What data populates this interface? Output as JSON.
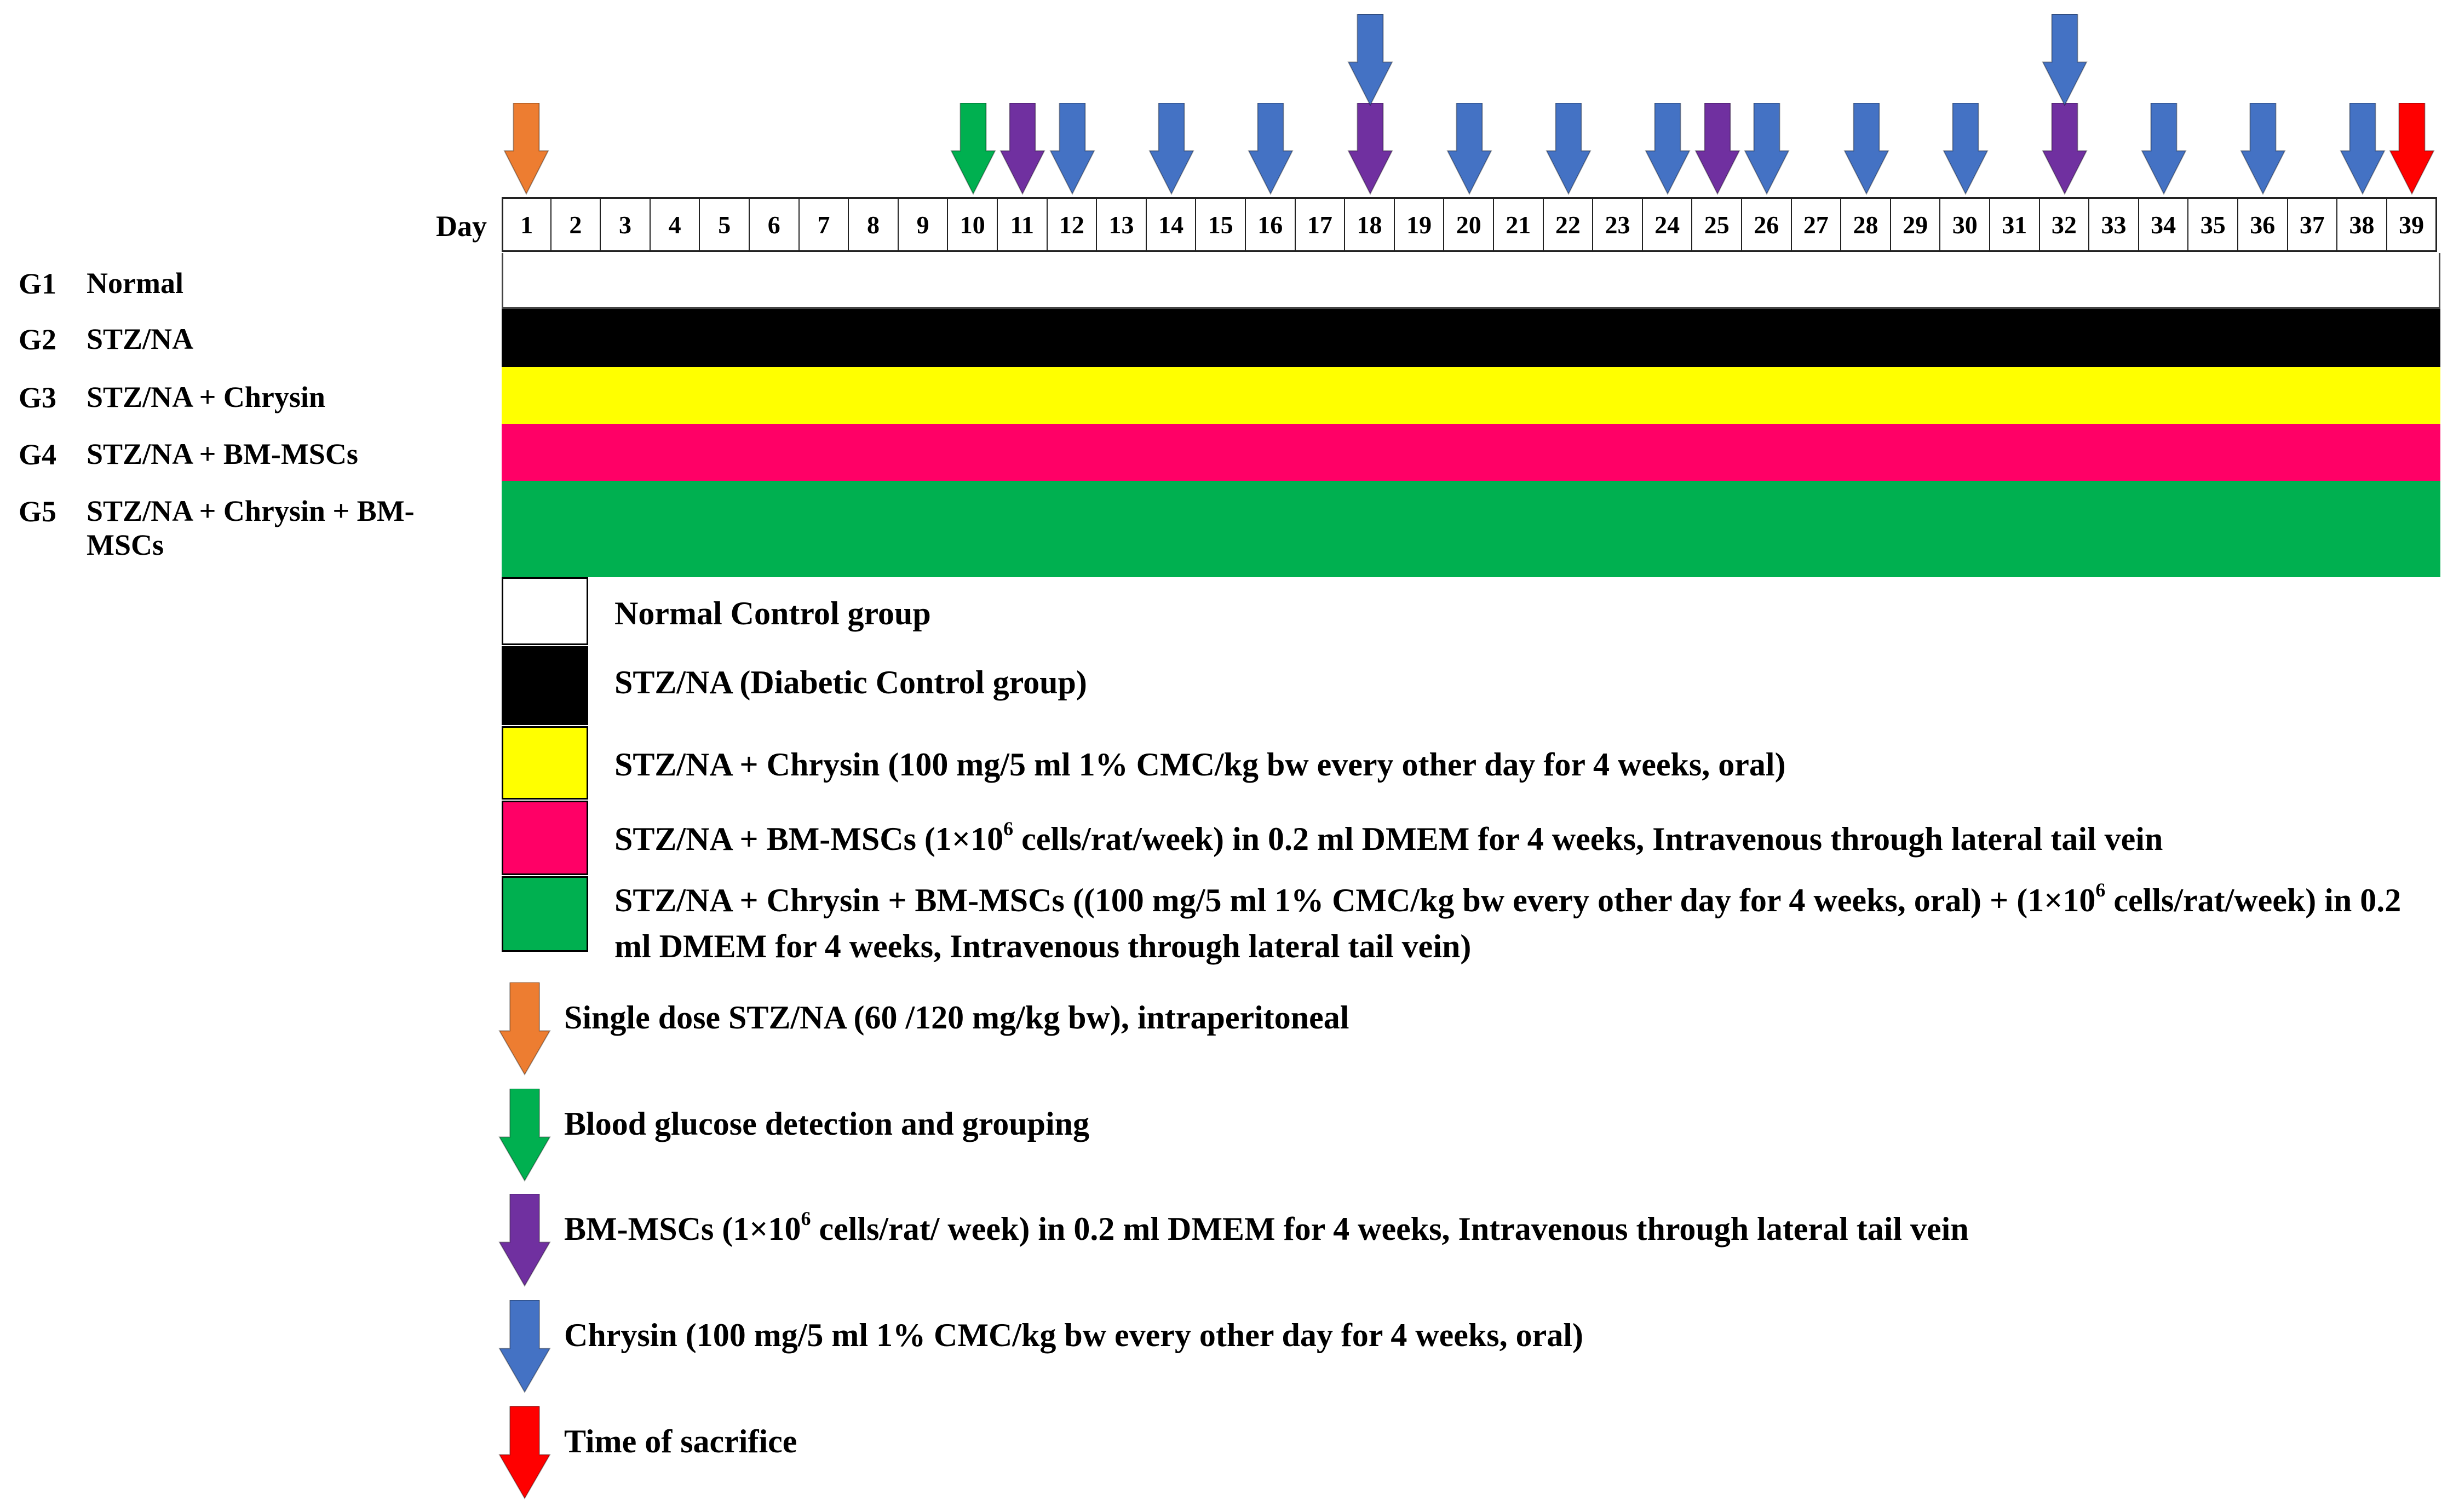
{
  "timeline": {
    "day_label": "Day",
    "days": [
      "1",
      "2",
      "3",
      "4",
      "5",
      "6",
      "7",
      "8",
      "9",
      "10",
      "11",
      "12",
      "13",
      "14",
      "15",
      "16",
      "17",
      "18",
      "19",
      "20",
      "21",
      "22",
      "23",
      "24",
      "25",
      "26",
      "27",
      "28",
      "29",
      "30",
      "31",
      "32",
      "33",
      "34",
      "35",
      "36",
      "37",
      "38",
      "39"
    ]
  },
  "groups": [
    {
      "id": "G1",
      "name": "Normal",
      "color": "#ffffff"
    },
    {
      "id": "G2",
      "name": "STZ/NA",
      "color": "#000000"
    },
    {
      "id": "G3",
      "name": "STZ/NA + Chrysin",
      "color": "#ffff00"
    },
    {
      "id": "G4",
      "name": "STZ/NA + BM-MSCs",
      "color": "#ff0066"
    },
    {
      "id": "G5",
      "name": "STZ/NA + Chrysin + BM-MSCs",
      "color": "#00b050"
    }
  ],
  "group_legend": [
    {
      "color": "#ffffff",
      "text_before": "Normal Control group",
      "sup": "",
      "text_after": ""
    },
    {
      "color": "#000000",
      "text_before": "STZ/NA (Diabetic Control group)",
      "sup": "",
      "text_after": ""
    },
    {
      "color": "#ffff00",
      "text_before": "STZ/NA + Chrysin (100 mg/5 ml 1% CMC/kg bw every other day for 4 weeks, oral)",
      "sup": "",
      "text_after": ""
    },
    {
      "color": "#ff0066",
      "text_before": "STZ/NA + BM-MSCs (1×10",
      "sup": "6",
      "text_after": " cells/rat/week) in 0.2 ml DMEM for 4 weeks, Intravenous through lateral tail vein"
    },
    {
      "color": "#00b050",
      "text_before": "STZ/NA + Chrysin + BM-MSCs ((100 mg/5 ml 1% CMC/kg bw every other day for 4 weeks, oral) + (1×10",
      "sup": "6",
      "text_after": " cells/rat/week) in 0.2 ml DMEM for 4 weeks, Intravenous through lateral tail vein)"
    }
  ],
  "arrow_legend": [
    {
      "color": "#ed7d31",
      "event": "stz",
      "text_before": "Single dose STZ/NA (60 /120 mg/kg bw), intraperitoneal",
      "sup": "",
      "text_after": ""
    },
    {
      "color": "#00b050",
      "event": "glucose",
      "text_before": "Blood glucose detection and grouping",
      "sup": "",
      "text_after": ""
    },
    {
      "color": "#7030a0",
      "event": "bmmsc",
      "text_before": "BM-MSCs (1×10",
      "sup": "6",
      "text_after": " cells/rat/ week) in 0.2 ml DMEM for 4 weeks, Intravenous through lateral tail vein"
    },
    {
      "color": "#4472c4",
      "event": "chrysin",
      "text_before": "Chrysin (100 mg/5 ml 1% CMC/kg bw every other day for 4 weeks, oral)",
      "sup": "",
      "text_after": ""
    },
    {
      "color": "#ff0000",
      "event": "sacrifice",
      "text_before": "Time of sacrifice",
      "sup": "",
      "text_after": ""
    }
  ],
  "events": [
    {
      "day": 1,
      "type": "stz",
      "color": "#ed7d31",
      "stack": 0
    },
    {
      "day": 10,
      "type": "glucose",
      "color": "#00b050",
      "stack": 0
    },
    {
      "day": 11,
      "type": "bmmsc",
      "color": "#7030a0",
      "stack": 0
    },
    {
      "day": 12,
      "type": "chrysin",
      "color": "#4472c4",
      "stack": 0
    },
    {
      "day": 14,
      "type": "chrysin",
      "color": "#4472c4",
      "stack": 0
    },
    {
      "day": 16,
      "type": "chrysin",
      "color": "#4472c4",
      "stack": 0
    },
    {
      "day": 18,
      "type": "bmmsc",
      "color": "#7030a0",
      "stack": 0
    },
    {
      "day": 18,
      "type": "chrysin",
      "color": "#4472c4",
      "stack": 1
    },
    {
      "day": 20,
      "type": "chrysin",
      "color": "#4472c4",
      "stack": 0
    },
    {
      "day": 22,
      "type": "chrysin",
      "color": "#4472c4",
      "stack": 0
    },
    {
      "day": 24,
      "type": "chrysin",
      "color": "#4472c4",
      "stack": 0
    },
    {
      "day": 25,
      "type": "bmmsc",
      "color": "#7030a0",
      "stack": 0
    },
    {
      "day": 26,
      "type": "chrysin",
      "color": "#4472c4",
      "stack": 0
    },
    {
      "day": 28,
      "type": "chrysin",
      "color": "#4472c4",
      "stack": 0
    },
    {
      "day": 30,
      "type": "chrysin",
      "color": "#4472c4",
      "stack": 0
    },
    {
      "day": 32,
      "type": "bmmsc",
      "color": "#7030a0",
      "stack": 0
    },
    {
      "day": 32,
      "type": "chrysin",
      "color": "#4472c4",
      "stack": 1
    },
    {
      "day": 34,
      "type": "chrysin",
      "color": "#4472c4",
      "stack": 0
    },
    {
      "day": 36,
      "type": "chrysin",
      "color": "#4472c4",
      "stack": 0
    },
    {
      "day": 38,
      "type": "chrysin",
      "color": "#4472c4",
      "stack": 0
    },
    {
      "day": 39,
      "type": "sacrifice",
      "color": "#ff0000",
      "stack": 0
    }
  ]
}
